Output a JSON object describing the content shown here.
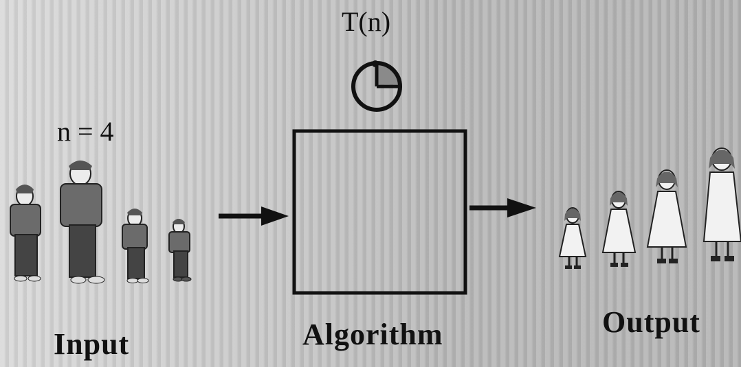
{
  "labels": {
    "time": "T(n)",
    "input_size": "n = 4",
    "input": "Input",
    "algorithm": "Algorithm",
    "output": "Output"
  },
  "input_figures": [
    "boy-medium",
    "boy-tall",
    "boy-short",
    "boy-shortest"
  ],
  "output_figures": [
    "girl-shortest",
    "girl-short",
    "girl-medium",
    "girl-tall"
  ],
  "icons": [
    "clock-icon",
    "arrow-right-icon",
    "arrow-right-icon"
  ],
  "colors": {
    "ink": "#111111",
    "shirt": "#6b6b6b",
    "pants": "#444444",
    "dress": "#f2f2f2"
  }
}
